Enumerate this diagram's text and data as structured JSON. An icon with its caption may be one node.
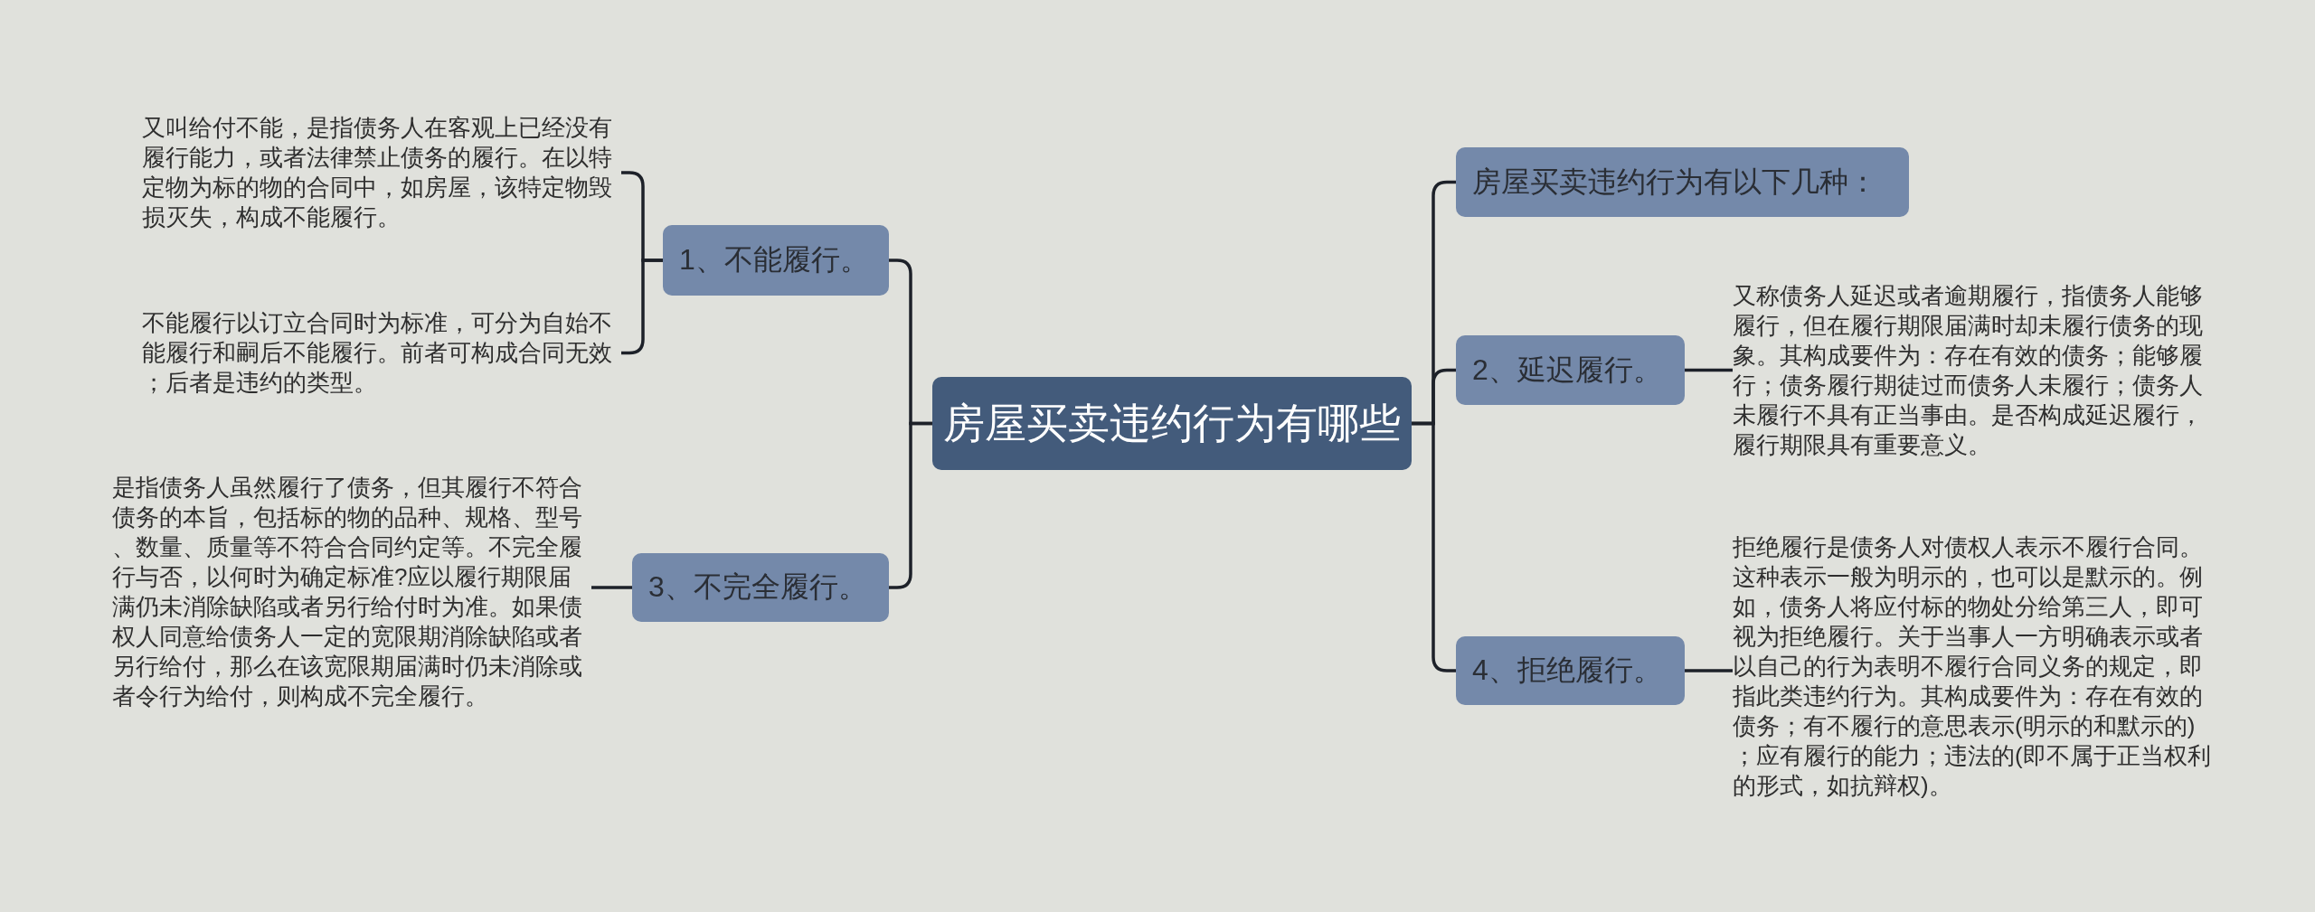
{
  "diagram": {
    "nodes": [
      {
        "text": [
          "房屋买卖违约行为有哪些"
        ]
      },
      {
        "text": [
          "1、不能履行。"
        ]
      },
      {
        "text": [
          "又叫给付不能，是指债务人在客观上已经没有履行能力，或者法律禁止债务的履行。在以特定物为标的物的合同中，如房屋，该特定物毁损灭失，构成不能履行。"
        ]
      },
      {
        "text": [
          "不能履行以订立合同时为标准，可分为自始不能履行和嗣后不能履行。前者可构成合同无效；后者是违约的类型。"
        ]
      },
      {
        "text": [
          "3、不完全履行。"
        ]
      },
      {
        "text": [
          "是指债务人虽然履行了债务，但其履行不符合债务的本旨，包括标的物的品种、规格、型号、数量、质量等不符合合同约定等。不完全履行与否，以何时为确定标准?应以履行期限届满仍未消除缺陷或者另行给付时为准。如果债权人同意给债务人一定的宽限期消除缺陷或者另行给付，那么在该宽限期届满时仍未消除或者令行为给付，则构成不完全履行。"
        ]
      },
      {
        "text": [
          "房屋买卖违约行为有以下几种："
        ]
      },
      {
        "text": [
          "2、延迟履行。"
        ]
      },
      {
        "text": [
          "又称债务人延迟或者逾期履行，指债务人能够履行，但在履行期限届满时却未履行债务的现象。其构成要件为：存在有效的债务；能够履行；债务履行期徒过而债务人未履行；债务人未履行不具有正当事由。是否构成延迟履行，履行期限具有重要意义。"
        ]
      },
      {
        "text": [
          "4、拒绝履行。"
        ]
      },
      {
        "text": [
          "拒绝履行是债务人对债权人表示不履行合同。这种表示一般为明示的，也可以是默示的。例如，债务人将应付标的物处分给第三人，即可视为拒绝履行。关于当事人一方明确表示或者以自己的行为表明不履行合同义务的规定，即指此类违约行为。其构成要件为：存在有效的债务；有不履行的意思表示(明示的和默示的)；应有履行的能力；违法的(即不属于正当权利的形式，如抗辩权)。"
        ]
      }
    ],
    "edges": [
      {
        "from": 0,
        "to": 1,
        "arrow": "none"
      },
      {
        "from": 0,
        "to": 4,
        "arrow": "none"
      },
      {
        "from": 0,
        "to": 6,
        "arrow": "none"
      },
      {
        "from": 0,
        "to": 7,
        "arrow": "none"
      },
      {
        "from": 0,
        "to": 9,
        "arrow": "none"
      },
      {
        "from": 1,
        "to": 2,
        "arrow": "none"
      },
      {
        "from": 1,
        "to": 3,
        "arrow": "none"
      },
      {
        "from": 4,
        "to": 5,
        "arrow": "none"
      },
      {
        "from": 7,
        "to": 8,
        "arrow": "none"
      },
      {
        "from": 9,
        "to": 10,
        "arrow": "none"
      }
    ]
  }
}
